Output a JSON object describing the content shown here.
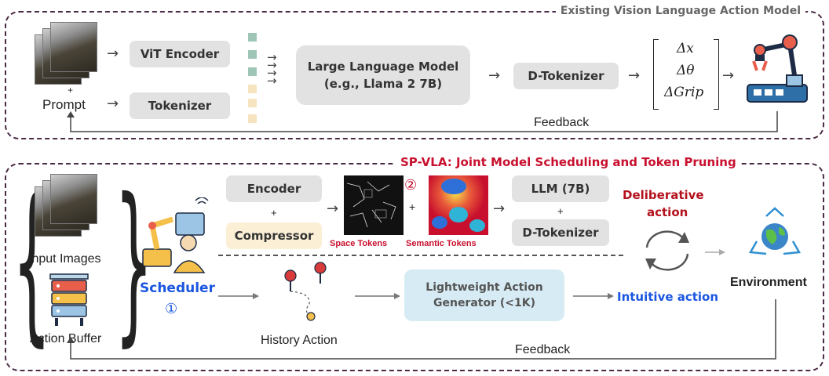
{
  "top": {
    "title": "Existing Vision Language Action Model",
    "prompt_plus": "+",
    "prompt_label": "Prompt",
    "vit_encoder": "ViT Encoder",
    "tokenizer": "Tokenizer",
    "llm_line1": "Large Language Model",
    "llm_line2": "(e.g., Llama 2 7B)",
    "d_tokenizer": "D-Tokenizer",
    "action_dx": "Δx",
    "action_dtheta": "Δθ",
    "action_dgrip": "ΔGrip",
    "feedback": "Feedback"
  },
  "bottom": {
    "title": "SP-VLA:  Joint Model Scheduling and Token Pruning",
    "input_images": "Input Images",
    "action_buffer": "Action Buffer",
    "scheduler": "Scheduler",
    "scheduler_num": "①",
    "encoder": "Encoder",
    "encoder_plus": "+",
    "compressor": "Compressor",
    "pruning_num": "②",
    "tokens_plus": "+",
    "space_tokens": "Space Tokens",
    "semantic_tokens": "Semantic Tokens",
    "llm_7b": "LLM (7B)",
    "llm_plus": "+",
    "d_tokenizer": "D-Tokenizer",
    "deliberative_line1": "Deliberative",
    "deliberative_line2": "action",
    "intuitive": "Intuitive action",
    "environment": "Environment",
    "history_action": "History Action",
    "lag_line1": "Lightweight Action",
    "lag_line2": "Generator (<1K)",
    "feedback": "Feedback"
  },
  "colors": {
    "frame": "#4a2b45",
    "red_title": "#c8102e",
    "scheduler_blue": "#1a56e0",
    "deliberative_red": "#b3111c",
    "gray_box": "#e2e2e2",
    "cream_box": "#fbefd6",
    "blue_box": "#d6ebf4",
    "token_green": "#9ec5b6",
    "token_cream": "#f6e3bf"
  },
  "icons": {
    "robot_arm": "robot-arm-icon",
    "scheduler": "scheduler-icon",
    "cycle": "cycle-arrows-icon",
    "environment": "recycle-globe-icon",
    "history": "joystick-path-icon",
    "action_buffer": "server-rack-icon"
  }
}
